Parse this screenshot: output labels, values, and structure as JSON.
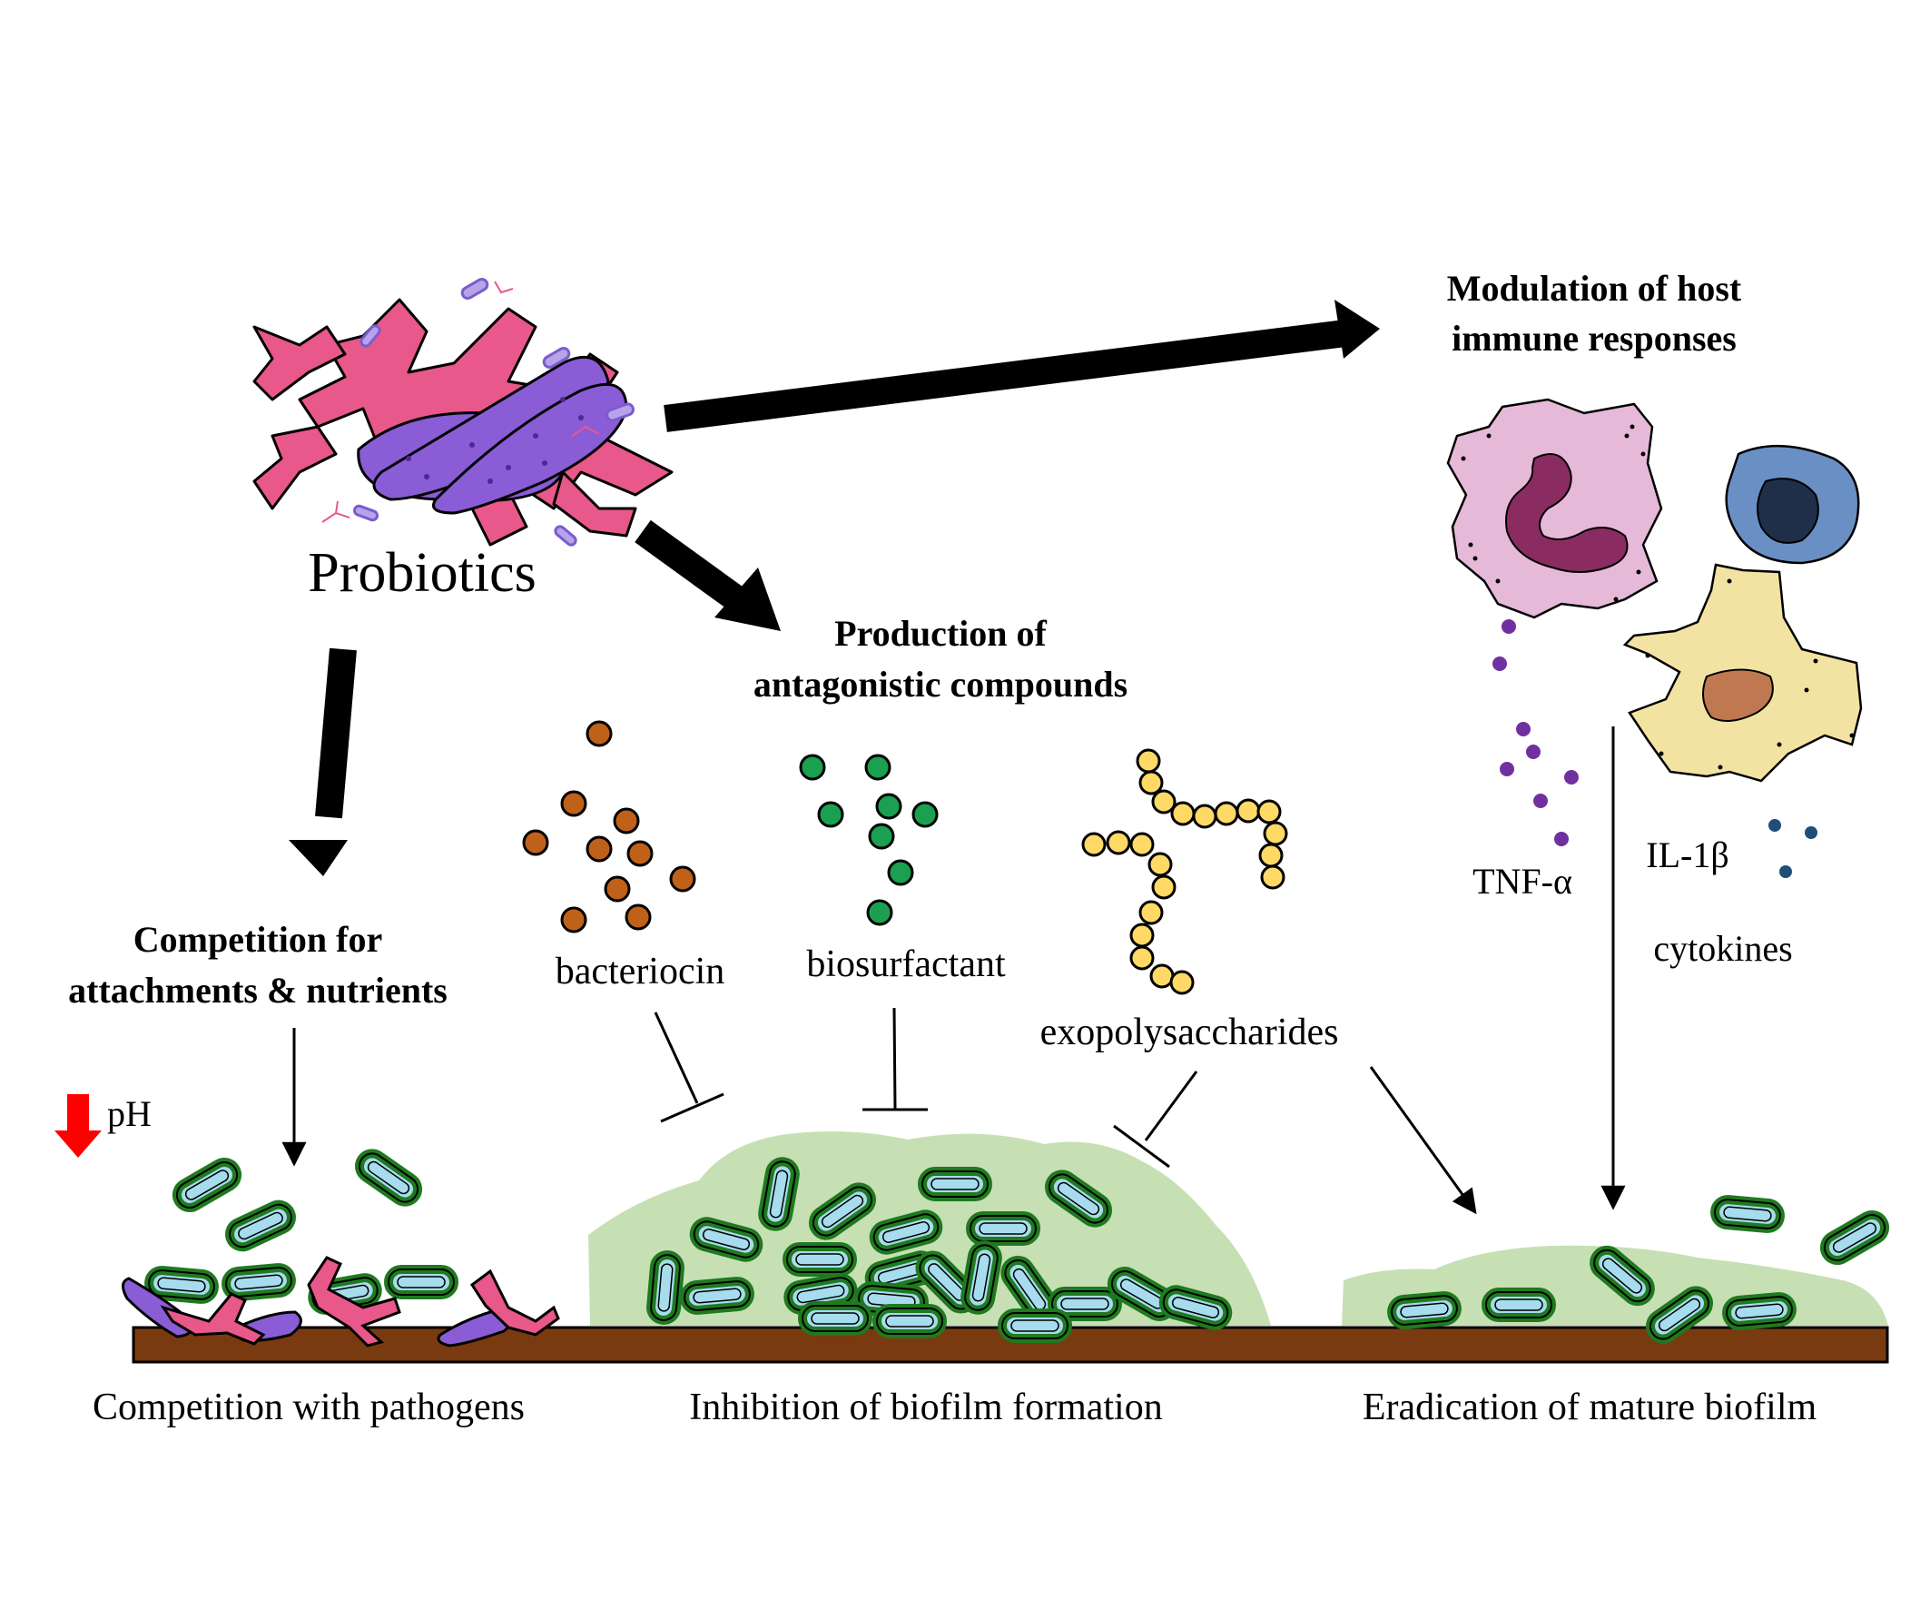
{
  "headings": {
    "probiotics": "Probiotics",
    "modulation_line1": "Modulation of host",
    "modulation_line2": "immune responses",
    "production_line1": "Production of",
    "production_line2": "antagonistic compounds",
    "competition_line1": "Competition for",
    "competition_line2": "attachments & nutrients"
  },
  "compounds": {
    "bacteriocin": "bacteriocin",
    "biosurfactant": "biosurfactant",
    "exopolysaccharides": "exopolysaccharides"
  },
  "cytokines": {
    "tnf": "TNF-α",
    "il1b": "IL-1β",
    "label": "cytokines"
  },
  "ph_label": "pH",
  "bottom_labels": {
    "left": "Competition with pathogens",
    "middle": "Inhibition of biofilm formation",
    "right": "Eradication of mature biofilm"
  },
  "colors": {
    "arrow": "#000000",
    "ph_arrow": "#ff0000",
    "substrate": "#7a3a10",
    "biofilm": "#c6e0b4",
    "bacterium_outline": "#1f7a1f",
    "bacterium_inner": "#a6dced",
    "bacteriocin": "#c0611a",
    "biosurfactant": "#1aa050",
    "exopolysaccharide": "#ffd966",
    "probiotic_pink": "#e8588a",
    "probiotic_purple": "#8a5cd6",
    "macrophage": "#e7b9d9",
    "nucleus": "#8a2c62",
    "lymphocyte": "#6a8fc4",
    "dendritic": "#f3e3a3",
    "tnf_dots": "#7030a0",
    "il1b_dots": "#1f4e79"
  },
  "icons": [
    "probiotics-cluster-icon",
    "macrophage-icon",
    "lymphocyte-icon",
    "dendritic-cell-icon",
    "ph-down-arrow-icon"
  ]
}
